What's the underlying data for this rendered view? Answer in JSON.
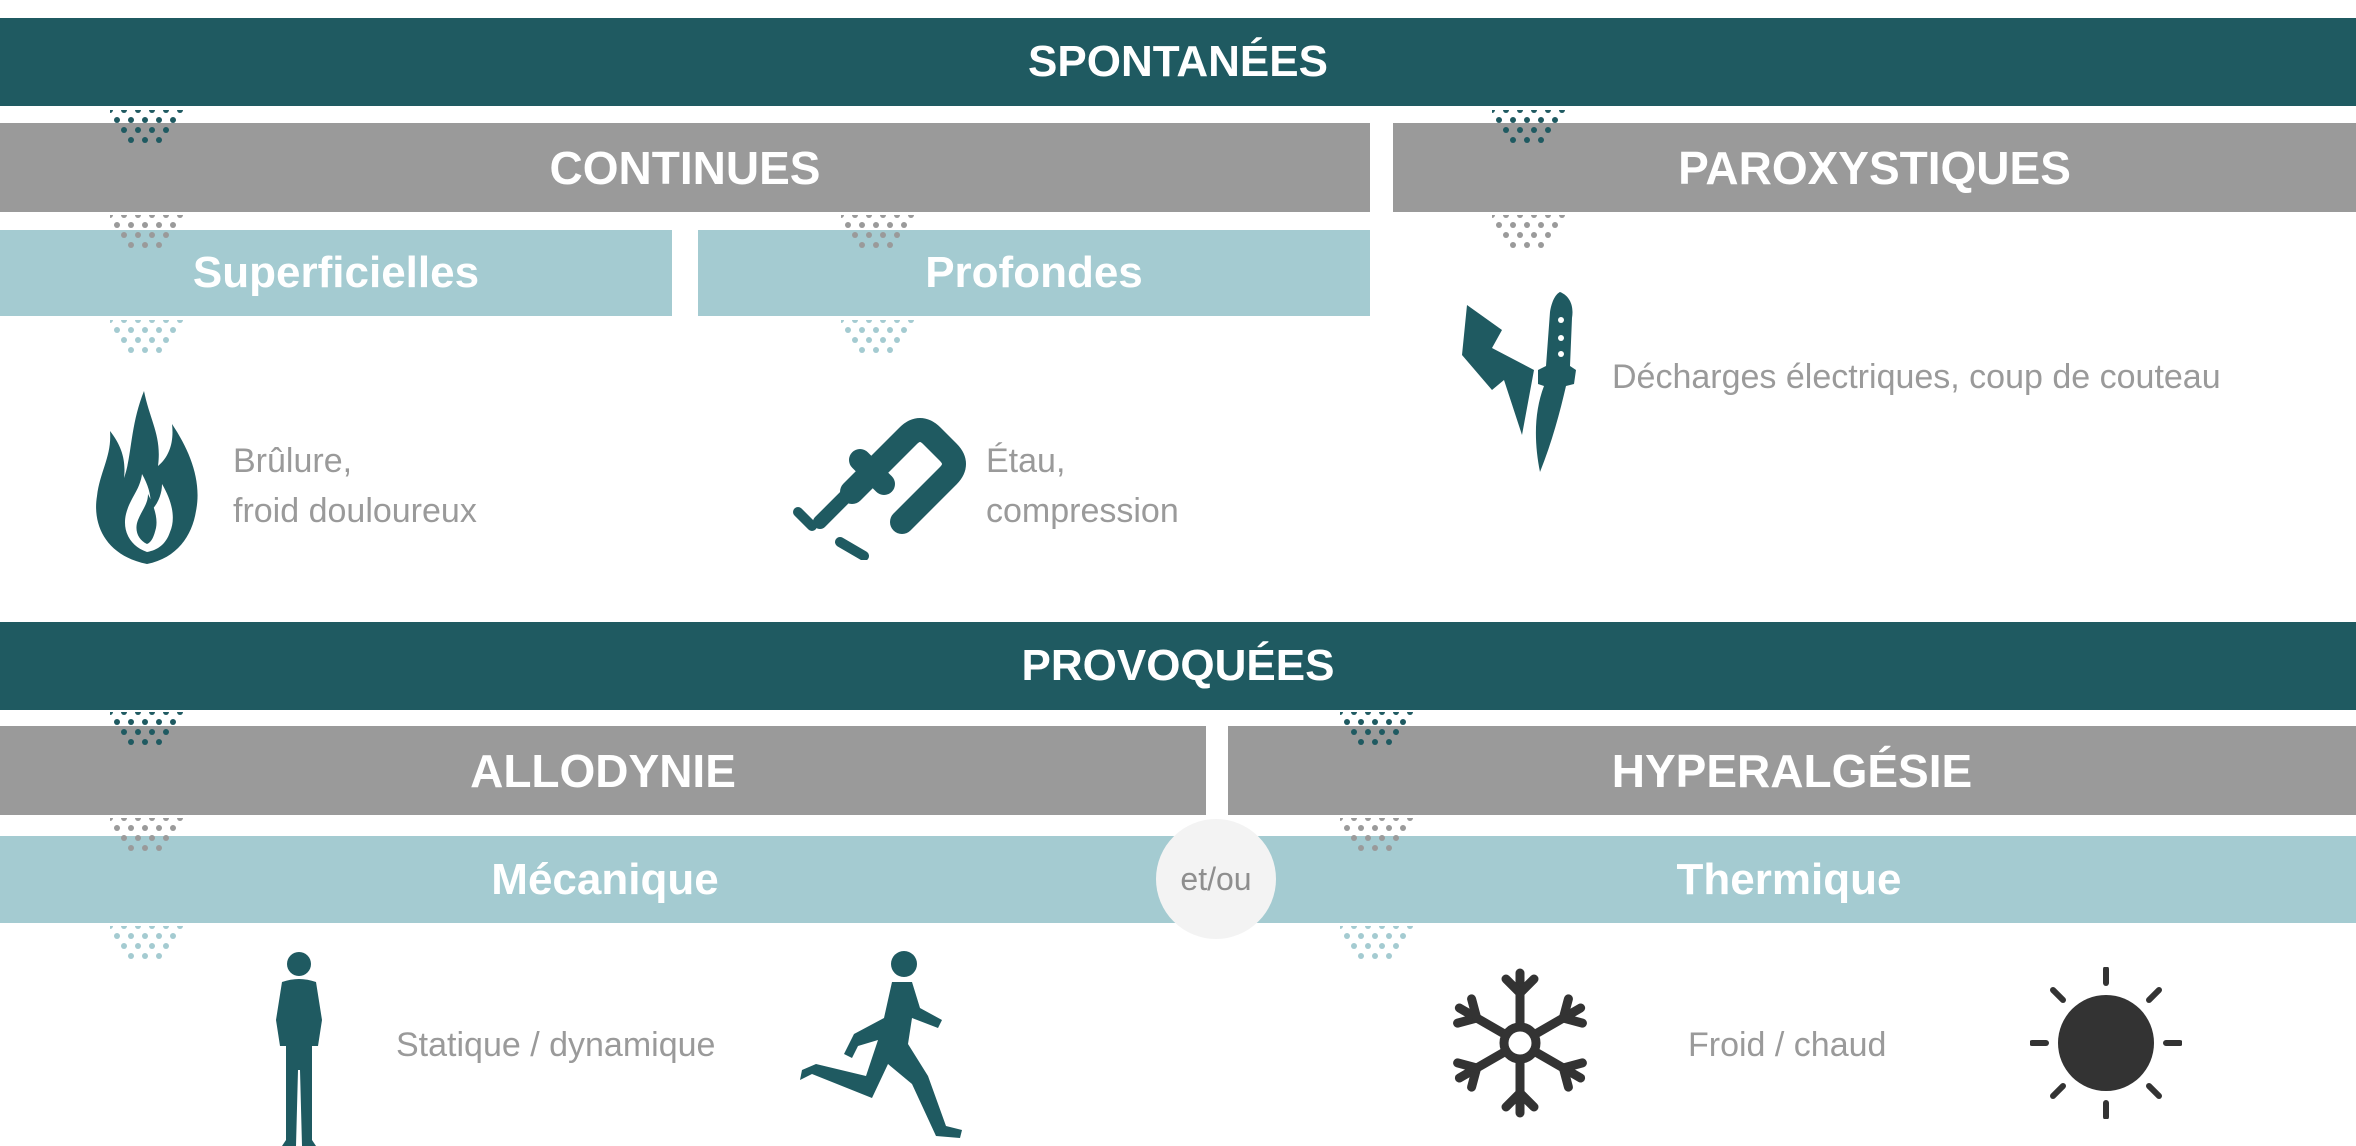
{
  "spontaneous": {
    "title": "SPONTANÉES",
    "continues": {
      "title": "CONTINUES",
      "superficielles": {
        "title": "Superficielles",
        "line1": "Brûlure,",
        "line2": "froid douloureux",
        "icon": "flame-icon"
      },
      "profondes": {
        "title": "Profondes",
        "line1": "Étau,",
        "line2": "compression",
        "icon": "clamp-icon"
      }
    },
    "paroxystiques": {
      "title": "PAROXYSTIQUES",
      "text": "Décharges électriques, coup de couteau",
      "icons": [
        "lightning-icon",
        "knife-icon"
      ]
    }
  },
  "provoked": {
    "title": "PROVOQUÉES",
    "allodynie": {
      "title": "ALLODYNIE"
    },
    "hyperalgesie": {
      "title": "HYPERALGÉSIE"
    },
    "mecanique": {
      "title": "Mécanique",
      "text": "Statique / dynamique",
      "icons": [
        "standing-person-icon",
        "running-person-icon"
      ]
    },
    "thermique": {
      "title": "Thermique",
      "text": "Froid / chaud",
      "icons": [
        "snowflake-icon",
        "sun-icon"
      ]
    },
    "connector": "et/ou"
  },
  "colors": {
    "dark": "#1f5a61",
    "gray": "#9a9a9a",
    "light": "#a4cbd1",
    "icon_dark": "#333333"
  }
}
